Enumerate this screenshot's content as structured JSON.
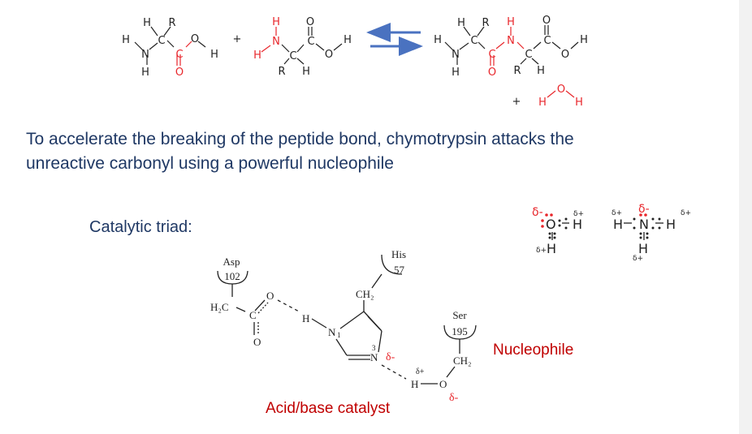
{
  "reaction": {
    "reactant1": {
      "H_top": "H",
      "R_top": "R",
      "H_left": "H",
      "N": "N",
      "C_alpha": "C",
      "C_carbonyl": "C",
      "O": "O",
      "H_right": "H",
      "H_bottom": "H",
      "O_bottom": "O"
    },
    "plus1": "+",
    "reactant2": {
      "H_top": "H",
      "N": "N",
      "H_left": "H",
      "C_alpha": "C",
      "C_carbonyl": "C",
      "O_top": "O",
      "O": "O",
      "H_right": "H",
      "R": "R",
      "H_bottom": "H"
    },
    "product": {
      "H_top": "H",
      "R_top": "R",
      "H_red": "H",
      "O_top": "O",
      "H_left": "H",
      "N1": "N",
      "C1": "C",
      "C_red": "C",
      "N_red": "N",
      "C2": "C",
      "C3": "C",
      "O_right": "O",
      "H_right": "H",
      "H_bottom": "H",
      "O_red": "O",
      "R2": "R",
      "H2": "H"
    },
    "plus2": "+",
    "water": {
      "H1": "H",
      "O": "O",
      "H2": "H"
    }
  },
  "text": {
    "line1": "To accelerate the breaking of the peptide bond, chymotrypsin attacks the",
    "line2": "unreactive carbonyl using a powerful nucleophile",
    "catalytic_triad": "Catalytic triad:",
    "nucleophile": "Nucleophile",
    "acid_base": "Acid/base catalyst"
  },
  "triad": {
    "asp_name": "Asp",
    "asp_num": "102",
    "asp_h2c": "H₂C",
    "asp_c": "C",
    "asp_o1": "O",
    "asp_o2": "O",
    "his_name": "His",
    "his_num": "57",
    "his_ch2": "CH₂",
    "his_h": "H",
    "his_n1": "N",
    "his_n1_num": "1",
    "his_n3": "N",
    "his_n3_num": "3",
    "his_delta": "δ-",
    "ser_name": "Ser",
    "ser_num": "195",
    "ser_ch2": "CH₂",
    "ser_h": "H",
    "ser_o": "O",
    "ser_delta_plus": "δ+",
    "ser_delta_minus": "δ-"
  },
  "lewis": {
    "water": {
      "delta_minus": "δ-",
      "delta_plus_right": "δ+",
      "O": "O",
      "H_right": "H",
      "H_bottom": "H",
      "delta_plus_bottom": "δ+"
    },
    "ammonia": {
      "delta_minus": "δ-",
      "delta_plus_left": "δ+",
      "delta_plus_right": "δ+",
      "H_left": "H",
      "N": "N",
      "H_right": "H",
      "H_bottom": "H",
      "delta_plus_bottom": "δ+"
    }
  },
  "colors": {
    "red": "#e8262b",
    "black": "#222222",
    "blue_arrow": "#4a72c0",
    "text_blue": "#1f3864",
    "dark_red": "#c00000"
  }
}
